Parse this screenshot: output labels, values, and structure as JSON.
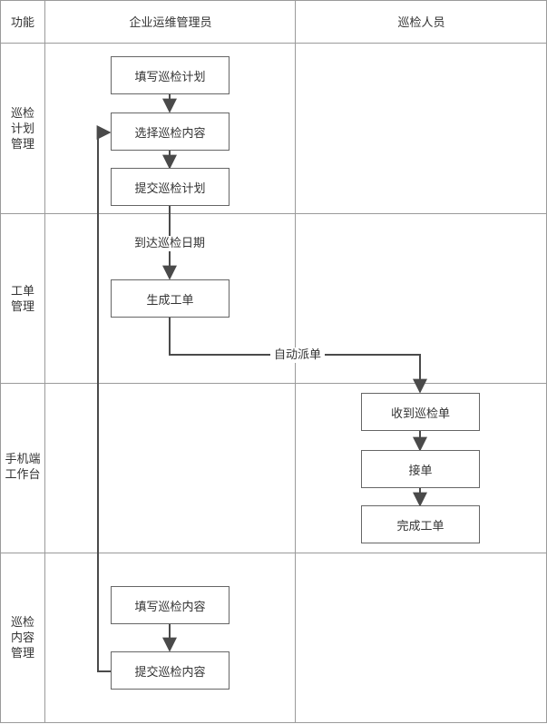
{
  "headers": {
    "function": "功能",
    "admin": "企业运维管理员",
    "inspector": "巡检人员"
  },
  "rows": [
    {
      "label": "巡检\n计划\n管理"
    },
    {
      "label": "工单\n管理"
    },
    {
      "label": "手机端\n工作台"
    },
    {
      "label": "巡检\n内容\n管理"
    }
  ],
  "nodes": {
    "fill_plan": "填写巡检计划",
    "select_content": "选择巡检内容",
    "submit_plan": "提交巡检计划",
    "generate_order": "生成工单",
    "receive_order": "收到巡检单",
    "accept_order": "接单",
    "complete_order": "完成工单",
    "fill_content": "填写巡检内容",
    "submit_content": "提交巡检内容"
  },
  "edges": {
    "reach_date": "到达巡检日期",
    "auto_dispatch": "自动派单"
  },
  "colors": {
    "grid": "#9a9a9a",
    "arrow": "#4a4a4a",
    "box_border": "#666666",
    "text": "#333333"
  }
}
